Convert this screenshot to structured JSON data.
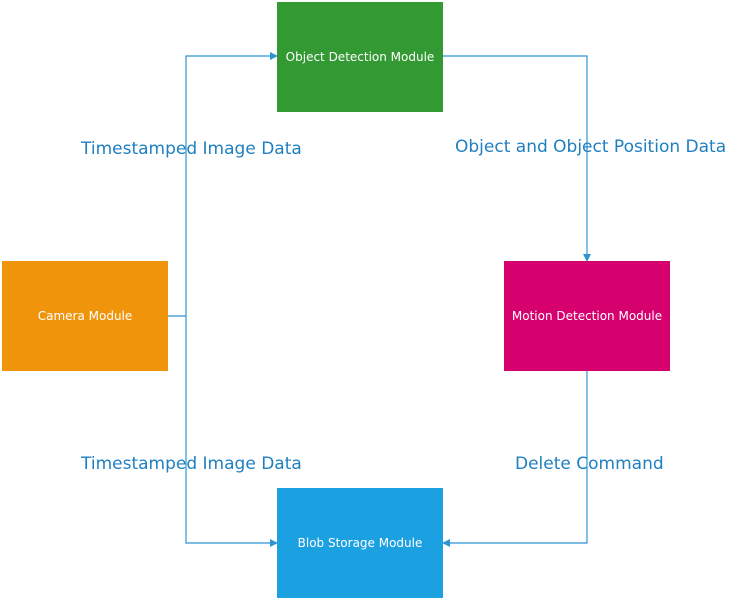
{
  "colors": {
    "object_detection": "#339933",
    "camera": "#f0950b",
    "motion_detection": "#d6006f",
    "blob_storage": "#1ba1e2",
    "connector": "#2e95d3",
    "edge_label": "#1f7fc0"
  },
  "nodes": {
    "object_detection": {
      "label": "Object Detection Module"
    },
    "camera": {
      "label": "Camera Module"
    },
    "motion_detection": {
      "label": "Motion Detection Module"
    },
    "blob_storage": {
      "label": "Blob Storage Module"
    }
  },
  "edges": {
    "camera_to_object": {
      "label": "Timestamped Image Data"
    },
    "object_to_motion": {
      "label": "Object and Object Position Data"
    },
    "camera_to_blob": {
      "label": "Timestamped Image Data"
    },
    "motion_to_blob": {
      "label": "Delete Command"
    }
  }
}
